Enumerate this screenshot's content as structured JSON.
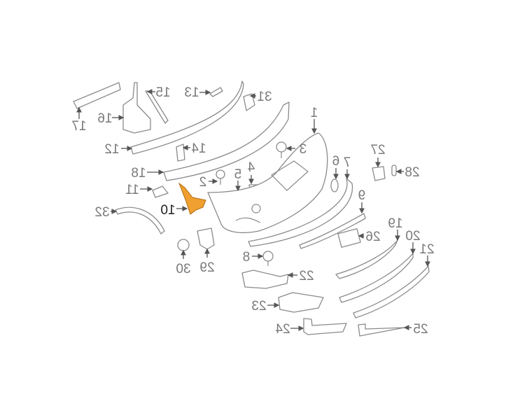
{
  "diagram": {
    "title": "Front bumper parts diagram",
    "highlight_color": "#F0A030",
    "line_color": "#8A8A8A",
    "labels": {
      "p1": "1",
      "p2": "2",
      "p3": "3",
      "p4": "4",
      "p5": "5",
      "p6": "6",
      "p7": "7",
      "p8": "8",
      "p9": "9",
      "p10": "10",
      "p11": "11",
      "p12": "12",
      "p13": "13",
      "p14": "14",
      "p15": "15",
      "p16": "16",
      "p17": "17",
      "p18": "18",
      "p19": "19",
      "p20": "20",
      "p21": "21",
      "p22": "22",
      "p23": "23",
      "p24": "24",
      "p25": "25",
      "p26": "26",
      "p27": "27",
      "p28": "28",
      "p29": "29",
      "p30": "30",
      "p31": "31",
      "p32": "32"
    }
  }
}
